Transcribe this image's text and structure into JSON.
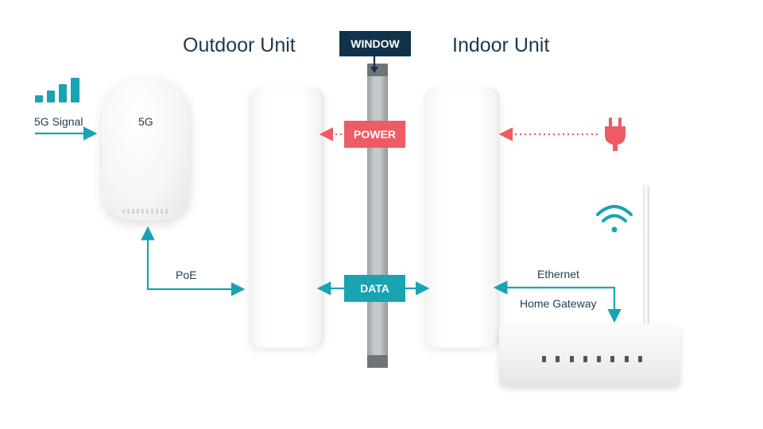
{
  "headings": {
    "outdoor": "Outdoor Unit",
    "indoor": "Indoor Unit"
  },
  "tags": {
    "window": "WINDOW",
    "power": "POWER",
    "data": "DATA"
  },
  "labels": {
    "signal": "5G Signal",
    "odu_badge": "5G",
    "poe": "PoE",
    "ethernet": "Ethernet",
    "home_gateway": "Home Gateway"
  },
  "colors": {
    "navy": "#10324a",
    "power": "#ef5b64",
    "data": "#1aa3b2",
    "text": "#1d3a4f"
  },
  "icons": [
    "signal-bars-icon",
    "power-plug-icon",
    "wifi-icon",
    "antenna-icon"
  ]
}
